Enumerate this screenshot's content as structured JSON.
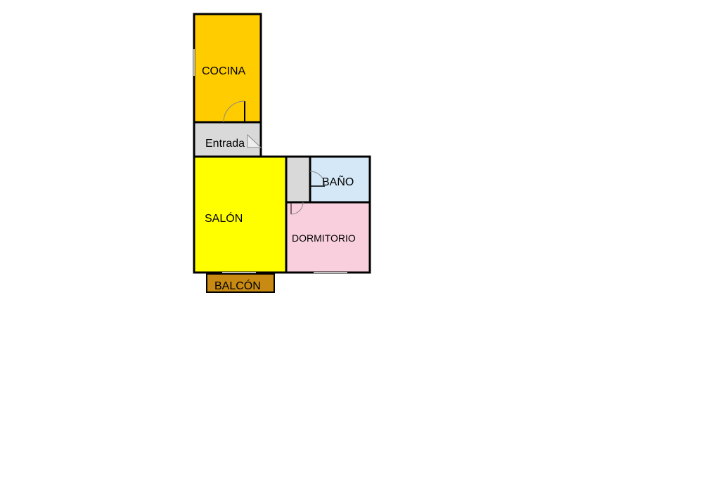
{
  "rooms": {
    "cocina": {
      "label": "COCINA",
      "color": "#FFCC00"
    },
    "entrada": {
      "label": "Entrada",
      "color": "#D9D9D9"
    },
    "salon": {
      "label": "SALÓN",
      "color": "#FFFF00"
    },
    "bano": {
      "label": "BAÑO",
      "color": "#D5E8F7"
    },
    "dormitorio": {
      "label": "DORMITORIO",
      "color": "#F9CFDD"
    },
    "balcon": {
      "label": "BALCÓN",
      "color": "#C88A12"
    },
    "pasillo": {
      "color": "#D9D9D9"
    }
  }
}
